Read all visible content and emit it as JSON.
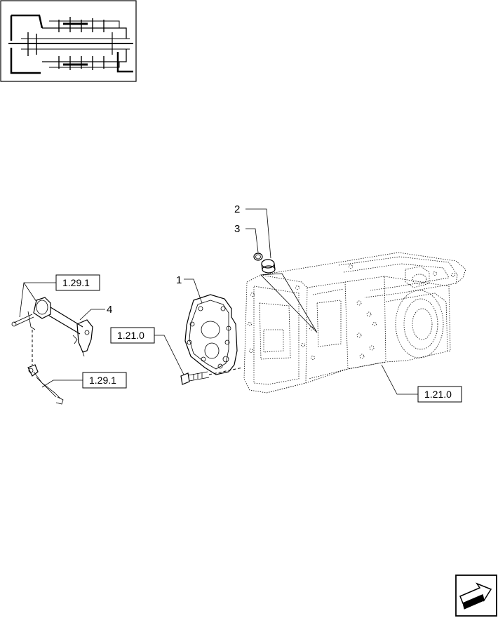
{
  "callouts": {
    "item1": "1",
    "item2": "2",
    "item3": "3",
    "item4": "4"
  },
  "references": {
    "ref_top_left": "1.29.1",
    "ref_bottom_left": "1.29.1",
    "ref_plate": "1.21.0",
    "ref_housing": "1.21.0"
  },
  "icons": {
    "thumbnail": "transmission-overview-thumbnail",
    "nav": "next-page-arrow-icon"
  }
}
